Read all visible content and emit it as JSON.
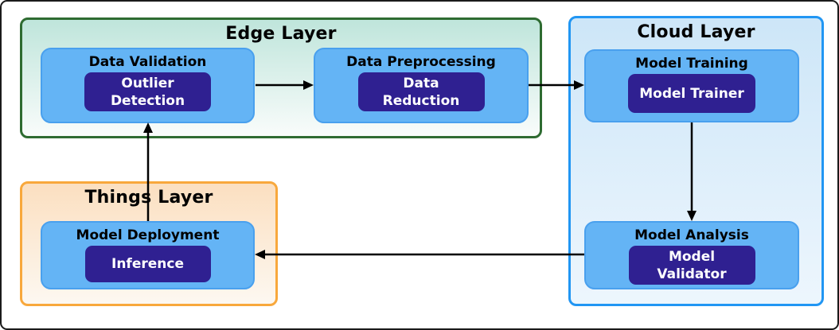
{
  "diagram": {
    "layers": {
      "edge": {
        "title": "Edge Layer",
        "nodes": {
          "validation": {
            "title": "Data Validation",
            "chip": "Outlier Detection"
          },
          "preprocessing": {
            "title": "Data Preprocessing",
            "chip": "Data Reduction"
          }
        }
      },
      "cloud": {
        "title": "Cloud Layer",
        "nodes": {
          "training": {
            "title": "Model Training",
            "chip": "Model Trainer"
          },
          "analysis": {
            "title": "Model Analysis",
            "chip": "Model Validator"
          }
        }
      },
      "things": {
        "title": "Things Layer",
        "nodes": {
          "deployment": {
            "title": "Model Deployment",
            "chip": "Inference"
          }
        }
      }
    },
    "arrows": [
      {
        "from": "Data Validation",
        "to": "Data Preprocessing"
      },
      {
        "from": "Data Preprocessing",
        "to": "Model Training"
      },
      {
        "from": "Model Training",
        "to": "Model Analysis"
      },
      {
        "from": "Model Analysis",
        "to": "Model Deployment"
      },
      {
        "from": "Model Deployment",
        "to": "Data Validation"
      }
    ],
    "colors": {
      "canvas_border": "#1a1a1a",
      "edge_border": "#2e6b31",
      "edge_fill_top": "#bfe5db",
      "edge_fill_bottom": "#f9fcfb",
      "cloud_border": "#2196f3",
      "cloud_fill_top": "#cde6f8",
      "cloud_fill_bottom": "#edf6fd",
      "things_border": "#f8a83c",
      "things_fill_top": "#fbdfc0",
      "things_fill_bottom": "#fdf8f1",
      "node_fill": "#64b4f5",
      "node_border": "#49a0ee",
      "chip_fill": "#2f2091",
      "chip_text": "#ffffff",
      "title_text": "#000000",
      "arrow": "#000000"
    }
  }
}
